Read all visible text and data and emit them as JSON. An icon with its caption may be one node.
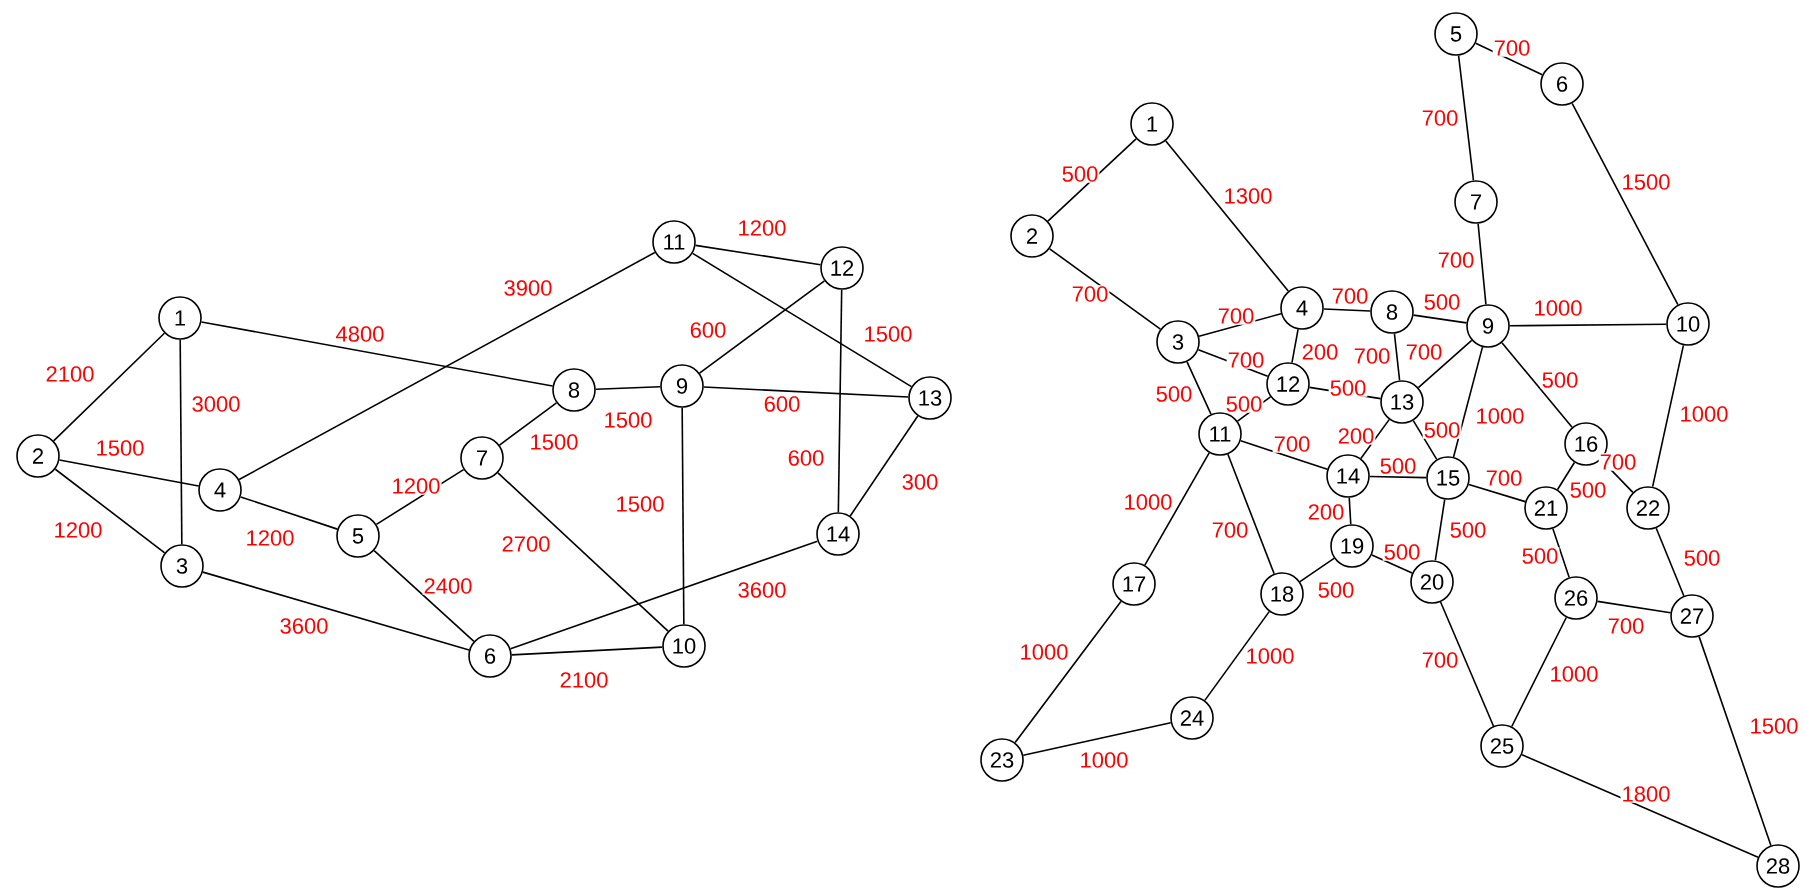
{
  "diagram": {
    "nodes": [
      {
        "text": [
          "1"
        ]
      },
      {
        "text": [
          "2"
        ]
      },
      {
        "text": [
          "3"
        ]
      },
      {
        "text": [
          "4"
        ]
      },
      {
        "text": [
          "5"
        ]
      },
      {
        "text": [
          "6"
        ]
      },
      {
        "text": [
          "7"
        ]
      },
      {
        "text": [
          "8"
        ]
      },
      {
        "text": [
          "9"
        ]
      },
      {
        "text": [
          "10"
        ]
      },
      {
        "text": [
          "11"
        ]
      },
      {
        "text": [
          "12"
        ]
      },
      {
        "text": [
          "13"
        ]
      },
      {
        "text": [
          "14"
        ]
      },
      {
        "text": [
          "1"
        ]
      },
      {
        "text": [
          "2"
        ]
      },
      {
        "text": [
          "3"
        ]
      },
      {
        "text": [
          "4"
        ]
      },
      {
        "text": [
          "5"
        ]
      },
      {
        "text": [
          "6"
        ]
      },
      {
        "text": [
          "7"
        ]
      },
      {
        "text": [
          "8"
        ]
      },
      {
        "text": [
          "9"
        ]
      },
      {
        "text": [
          "10"
        ]
      },
      {
        "text": [
          "11"
        ]
      },
      {
        "text": [
          "12"
        ]
      },
      {
        "text": [
          "13"
        ]
      },
      {
        "text": [
          "14"
        ]
      },
      {
        "text": [
          "15"
        ]
      },
      {
        "text": [
          "16"
        ]
      },
      {
        "text": [
          "17"
        ]
      },
      {
        "text": [
          "18"
        ]
      },
      {
        "text": [
          "19"
        ]
      },
      {
        "text": [
          "20"
        ]
      },
      {
        "text": [
          "21"
        ]
      },
      {
        "text": [
          "22"
        ]
      },
      {
        "text": [
          "23"
        ]
      },
      {
        "text": [
          "24"
        ]
      },
      {
        "text": [
          "25"
        ]
      },
      {
        "text": [
          "26"
        ]
      },
      {
        "text": [
          "27"
        ]
      },
      {
        "text": [
          "28"
        ]
      }
    ],
    "edges": [
      {
        "from": 0,
        "to": 1,
        "arrow": "none",
        "label": "2100"
      },
      {
        "from": 0,
        "to": 2,
        "arrow": "none",
        "label": "3000"
      },
      {
        "from": 0,
        "to": 7,
        "arrow": "none",
        "label": "4800"
      },
      {
        "from": 1,
        "to": 3,
        "arrow": "none",
        "label": "1500"
      },
      {
        "from": 1,
        "to": 2,
        "arrow": "none",
        "label": "1200"
      },
      {
        "from": 3,
        "to": 10,
        "arrow": "none",
        "label": "3900"
      },
      {
        "from": 3,
        "to": 4,
        "arrow": "none",
        "label": "1200"
      },
      {
        "from": 2,
        "to": 5,
        "arrow": "none",
        "label": "3600"
      },
      {
        "from": 4,
        "to": 6,
        "arrow": "none",
        "label": "1200"
      },
      {
        "from": 4,
        "to": 5,
        "arrow": "none",
        "label": "2400"
      },
      {
        "from": 6,
        "to": 7,
        "arrow": "none",
        "label": "1500"
      },
      {
        "from": 6,
        "to": 9,
        "arrow": "none",
        "label": "2700"
      },
      {
        "from": 7,
        "to": 8,
        "arrow": "none",
        "label": "1500"
      },
      {
        "from": 8,
        "to": 9,
        "arrow": "none",
        "label": "1500"
      },
      {
        "from": 8,
        "to": 11,
        "arrow": "none",
        "label": "600"
      },
      {
        "from": 8,
        "to": 12,
        "arrow": "none",
        "label": "600"
      },
      {
        "from": 10,
        "to": 11,
        "arrow": "none",
        "label": "1200"
      },
      {
        "from": 10,
        "to": 12,
        "arrow": "none",
        "label": "1500"
      },
      {
        "from": 11,
        "to": 13,
        "arrow": "none",
        "label": "600"
      },
      {
        "from": 12,
        "to": 13,
        "arrow": "none",
        "label": "300"
      },
      {
        "from": 5,
        "to": 13,
        "arrow": "none",
        "label": "3600"
      },
      {
        "from": 5,
        "to": 9,
        "arrow": "none",
        "label": "2100"
      },
      {
        "from": 14,
        "to": 15,
        "arrow": "none",
        "label": "500"
      },
      {
        "from": 14,
        "to": 17,
        "arrow": "none",
        "label": "1300"
      },
      {
        "from": 15,
        "to": 16,
        "arrow": "none",
        "label": "700"
      },
      {
        "from": 18,
        "to": 19,
        "arrow": "none",
        "label": "700"
      },
      {
        "from": 18,
        "to": 20,
        "arrow": "none",
        "label": "700"
      },
      {
        "from": 19,
        "to": 23,
        "arrow": "none",
        "label": "1500"
      },
      {
        "from": 20,
        "to": 22,
        "arrow": "none",
        "label": "700"
      },
      {
        "from": 17,
        "to": 21,
        "arrow": "none",
        "label": "700"
      },
      {
        "from": 21,
        "to": 22,
        "arrow": "none",
        "label": "500"
      },
      {
        "from": 22,
        "to": 23,
        "arrow": "none",
        "label": "1000"
      },
      {
        "from": 16,
        "to": 17,
        "arrow": "none",
        "label": "700"
      },
      {
        "from": 17,
        "to": 25,
        "arrow": "none",
        "label": "200"
      },
      {
        "from": 16,
        "to": 25,
        "arrow": "none",
        "label": "700"
      },
      {
        "from": 21,
        "to": 26,
        "arrow": "none",
        "label": "700"
      },
      {
        "from": 22,
        "to": 26,
        "arrow": "none",
        "label": "700"
      },
      {
        "from": 16,
        "to": 24,
        "arrow": "none",
        "label": "500"
      },
      {
        "from": 24,
        "to": 25,
        "arrow": "none",
        "label": "500"
      },
      {
        "from": 25,
        "to": 26,
        "arrow": "none",
        "label": "500"
      },
      {
        "from": 22,
        "to": 28,
        "arrow": "none",
        "label": "1000"
      },
      {
        "from": 22,
        "to": 29,
        "arrow": "none",
        "label": "500"
      },
      {
        "from": 23,
        "to": 35,
        "arrow": "none",
        "label": "1000"
      },
      {
        "from": 26,
        "to": 27,
        "arrow": "none",
        "label": "200"
      },
      {
        "from": 26,
        "to": 28,
        "arrow": "none",
        "label": "500"
      },
      {
        "from": 24,
        "to": 27,
        "arrow": "none",
        "label": "700"
      },
      {
        "from": 27,
        "to": 28,
        "arrow": "none",
        "label": "500"
      },
      {
        "from": 28,
        "to": 34,
        "arrow": "none",
        "label": "700"
      },
      {
        "from": 29,
        "to": 34,
        "arrow": "none",
        "label": "500"
      },
      {
        "from": 29,
        "to": 35,
        "arrow": "none",
        "label": "700"
      },
      {
        "from": 27,
        "to": 32,
        "arrow": "none",
        "label": "200"
      },
      {
        "from": 28,
        "to": 33,
        "arrow": "none",
        "label": "500"
      },
      {
        "from": 24,
        "to": 30,
        "arrow": "none",
        "label": "1000"
      },
      {
        "from": 24,
        "to": 31,
        "arrow": "none",
        "label": "700"
      },
      {
        "from": 32,
        "to": 33,
        "arrow": "none",
        "label": "500"
      },
      {
        "from": 31,
        "to": 32,
        "arrow": "none",
        "label": "500"
      },
      {
        "from": 34,
        "to": 39,
        "arrow": "none",
        "label": "500"
      },
      {
        "from": 35,
        "to": 40,
        "arrow": "none",
        "label": "500"
      },
      {
        "from": 39,
        "to": 40,
        "arrow": "none",
        "label": "700"
      },
      {
        "from": 30,
        "to": 36,
        "arrow": "none",
        "label": "1000"
      },
      {
        "from": 31,
        "to": 37,
        "arrow": "none",
        "label": "1000"
      },
      {
        "from": 33,
        "to": 38,
        "arrow": "none",
        "label": "700"
      },
      {
        "from": 39,
        "to": 38,
        "arrow": "none",
        "label": "1000"
      },
      {
        "from": 36,
        "to": 37,
        "arrow": "none",
        "label": "1000"
      },
      {
        "from": 38,
        "to": 41,
        "arrow": "none",
        "label": "1800"
      },
      {
        "from": 40,
        "to": 41,
        "arrow": "none",
        "label": "1500"
      }
    ]
  }
}
